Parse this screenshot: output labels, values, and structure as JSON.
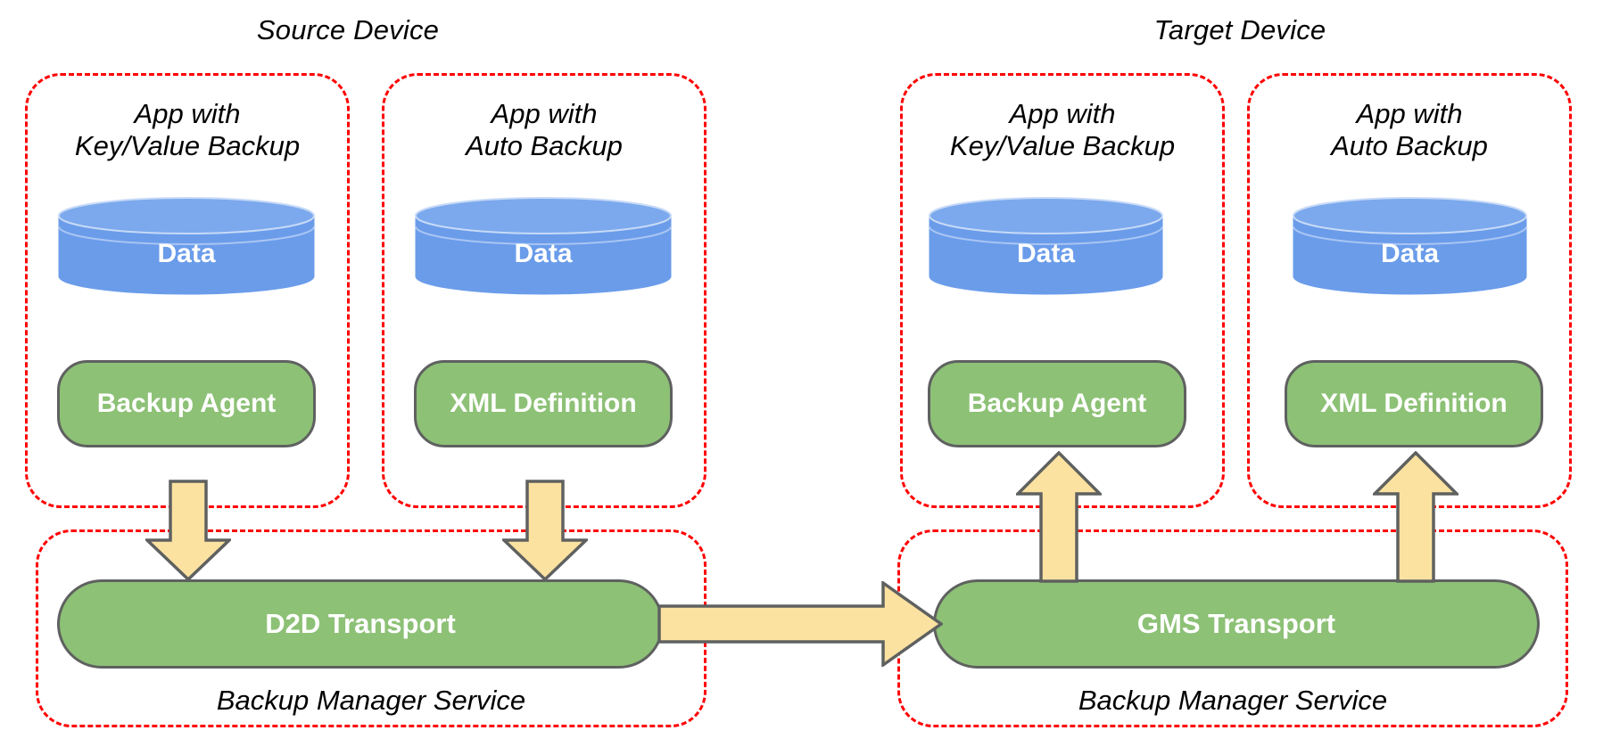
{
  "colors": {
    "dashed_border": "#ff0000",
    "cylinder_fill": "#6A9CEA",
    "cylinder_top": "#7CA9ED",
    "pill_fill": "#8DC176",
    "pill_border": "#5f6160",
    "arrow_fill": "#FCE2A0",
    "arrow_border": "#5f6160",
    "text_dark": "#000000",
    "text_light": "#ffffff",
    "background": "#ffffff"
  },
  "devices": [
    {
      "id": "source",
      "title": "Source Device"
    },
    {
      "id": "target",
      "title": "Target Device"
    }
  ],
  "apps": [
    {
      "id": "source-keyvalue",
      "label": "App with\nKey/Value Backup",
      "store_label": "Data",
      "component_label": "Backup Agent"
    },
    {
      "id": "source-auto",
      "label": "App with\nAuto Backup",
      "store_label": "Data",
      "component_label": "XML Definition"
    },
    {
      "id": "target-keyvalue",
      "label": "App with\nKey/Value Backup",
      "store_label": "Data",
      "component_label": "Backup Agent"
    },
    {
      "id": "target-auto",
      "label": "App with\nAuto Backup",
      "store_label": "Data",
      "component_label": "XML Definition"
    }
  ],
  "services": [
    {
      "id": "source-bms",
      "label": "Backup Manager Service",
      "transport_label": "D2D Transport"
    },
    {
      "id": "target-bms",
      "label": "Backup Manager Service",
      "transport_label": "GMS Transport"
    }
  ],
  "arrows": [
    {
      "id": "source-keyvalue-down",
      "direction": "down",
      "icon": "arrow-down-icon"
    },
    {
      "id": "source-auto-down",
      "direction": "down",
      "icon": "arrow-down-icon"
    },
    {
      "id": "d2d-to-gms",
      "direction": "right",
      "icon": "arrow-right-icon"
    },
    {
      "id": "target-keyvalue-up",
      "direction": "up",
      "icon": "arrow-up-icon"
    },
    {
      "id": "target-auto-up",
      "direction": "up",
      "icon": "arrow-up-icon"
    }
  ]
}
